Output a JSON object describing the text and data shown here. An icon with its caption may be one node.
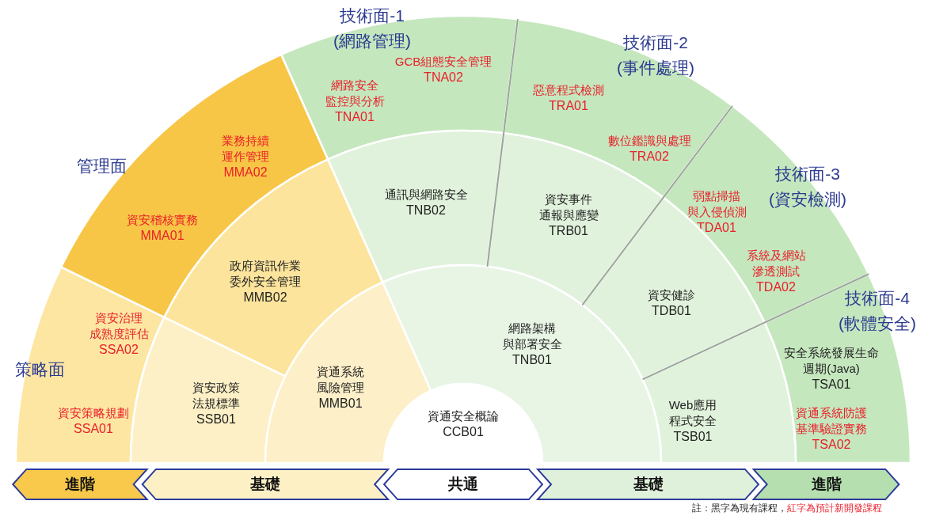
{
  "diagram": {
    "nodes": [
      {
        "text": [
          "資安治理成熟度評估",
          "SSA02",
          "資安策略規劃",
          "SSA01"
        ]
      },
      {
        "text": [
          "業務持續運作管理",
          "MMA02",
          "資安稽核實務",
          "MMA01"
        ]
      },
      {
        "text": [
          "網路安全監控與分析",
          "TNA01",
          "GCB組態安全管理",
          "TNA02"
        ]
      },
      {
        "text": [
          "惡意程式檢測",
          "TRA01",
          "數位鑑識與處理",
          "TRA02"
        ]
      },
      {
        "text": [
          "弱點掃描與入侵偵測",
          "TDA01",
          "系統及網站滲透測試",
          "TDA02"
        ]
      },
      {
        "text": [
          "安全系統發展生命週期(Java)",
          "TSA01",
          "資通系統防護基準驗證實務",
          "TSA02"
        ]
      },
      {
        "text": [
          "資安政策法規標準",
          "SSB01"
        ]
      },
      {
        "text": [
          "政府資訊作業委外安全管理",
          "MMB02"
        ]
      },
      {
        "text": [
          "通訊與網路安全",
          "TNB02"
        ]
      },
      {
        "text": [
          "資安事件通報與應變",
          "TRB01"
        ]
      },
      {
        "text": [
          "資安健診",
          "TDB01"
        ]
      },
      {
        "text": [
          "Web應用程式安全",
          "TSB01"
        ]
      },
      {
        "text": [
          "資通系統風險管理",
          "MMB01"
        ]
      },
      {
        "text": [
          "網路架構與部署安全",
          "TNB01"
        ]
      },
      {
        "text": [
          "資通安全概論",
          "CCB01"
        ]
      },
      {
        "text": [
          "進階"
        ]
      },
      {
        "text": [
          "基礎"
        ]
      },
      {
        "text": [
          "共通"
        ]
      },
      {
        "text": [
          "基礎"
        ]
      },
      {
        "text": [
          "進階"
        ]
      }
    ],
    "labels": [
      "技術面-1",
      "(網路管理)",
      "技術面-2",
      "(事件處理)",
      "管理面",
      "技術面-3",
      "(資安檢測)",
      "技術面-4",
      "(軟體安全)",
      "策略面",
      "註：黑字為現有課程，",
      "紅字為預計新開發課程"
    ]
  }
}
